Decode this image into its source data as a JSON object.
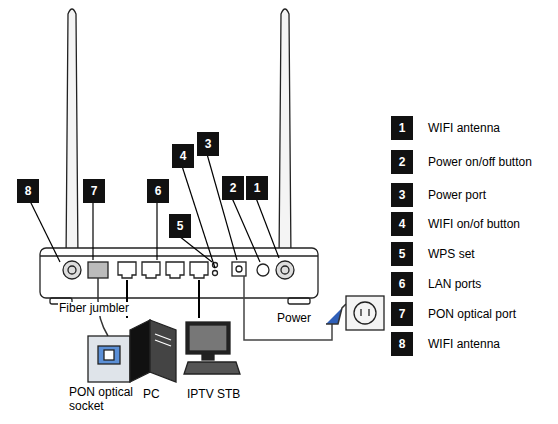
{
  "diagram": {
    "nodes": [
      {
        "text": [
          "8"
        ]
      },
      {
        "text": [
          "7"
        ]
      },
      {
        "text": [
          "6"
        ]
      },
      {
        "text": [
          "5"
        ]
      },
      {
        "text": [
          "4"
        ]
      },
      {
        "text": [
          "3"
        ]
      },
      {
        "text": [
          "2"
        ]
      },
      {
        "text": [
          "1"
        ]
      },
      {
        "text": [
          "1",
          "WIFI antenna"
        ]
      },
      {
        "text": [
          "2",
          "Power on/off button"
        ]
      },
      {
        "text": [
          "3",
          "Power port"
        ]
      },
      {
        "text": [
          "4",
          "WIFI on/of button"
        ]
      },
      {
        "text": [
          "5",
          "WPS set"
        ]
      },
      {
        "text": [
          "6",
          "LAN ports"
        ]
      },
      {
        "text": [
          "7",
          "PON optical port"
        ]
      },
      {
        "text": [
          "8",
          "WIFI antenna"
        ]
      }
    ],
    "labels": [
      "Fiber jumbler",
      "PON optical socket",
      "PC",
      "IPTV STB",
      "Power"
    ]
  }
}
